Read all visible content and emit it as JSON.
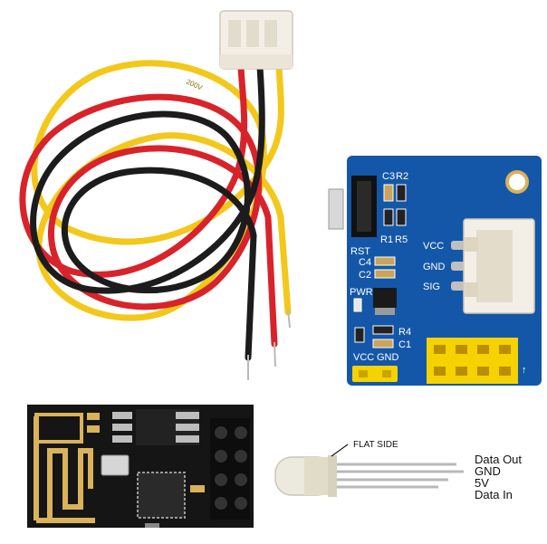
{
  "colors": {
    "background": "#ffffff",
    "wire_yellow": "#f2c81a",
    "wire_red": "#d8232a",
    "wire_black": "#1c1c1c",
    "pcb_blue": "#1457a8",
    "pcb_black": "#151515",
    "header_yellow": "#f5d200",
    "connector_white": "#f3efe6",
    "copper_gold": "#d9b25a"
  },
  "wire_print": "200V",
  "board": {
    "labels": {
      "c3": "C3",
      "r2": "R2",
      "r1": "R1",
      "r5": "R5",
      "rst": "RST",
      "c4": "C4",
      "c2": "C2",
      "pwr": "PWR",
      "r4": "R4",
      "c1": "C1",
      "vcc_bottom": "VCC",
      "gnd_bottom": "GND",
      "vcc": "VCC",
      "gnd": "GND",
      "sig": "SIG",
      "arrow": "↑"
    }
  },
  "led": {
    "flat_side_label": "FLAT SIDE",
    "pins": [
      "Data Out",
      "GND",
      "5V",
      "Data In"
    ]
  }
}
